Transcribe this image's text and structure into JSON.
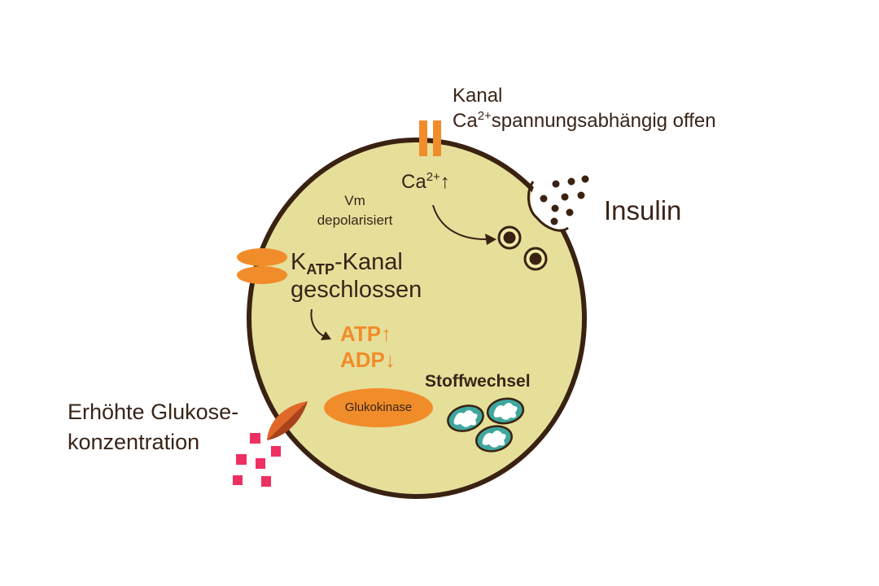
{
  "diagram": {
    "ca_channel_label": {
      "line1": "Kanal",
      "ion": "Ca",
      "charge": "2+",
      "line2_rest": "spannungsabhängig offen"
    },
    "insulin_label": "Insulin",
    "membrane_potential": {
      "symbol": "Vm",
      "state": "depolarisiert"
    },
    "katp_channel": {
      "prefix": "K",
      "subscript": "ATP",
      "suffix": "-Kanal",
      "state": "geschlossen"
    },
    "atp_change": "ATP↑",
    "adp_change": "ADP↓",
    "calcium_change": {
      "ion": "Ca",
      "charge": "2+",
      "arrow": "↑"
    },
    "metabolism_label": "Stoffwechsel",
    "enzyme_label": "Glukokinase",
    "glucose_label": {
      "line1": "Erhöhte Glukose-",
      "line2": "konzentration"
    },
    "colors": {
      "cell_fill": "#e5df9a",
      "membrane": "#3a2212",
      "orange": "#f18c2a",
      "glucose_particles": "#ee2f61",
      "mitochondria": "#3fa79d",
      "transporter": "#d9622a",
      "text": "#3a2418"
    }
  }
}
